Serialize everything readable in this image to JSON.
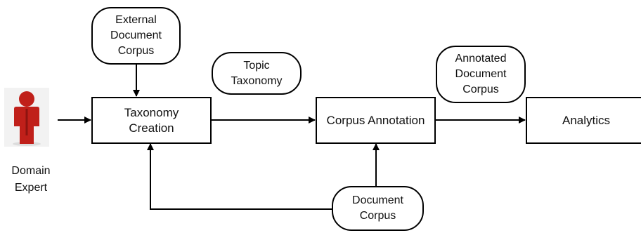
{
  "nodes": {
    "external_corpus": "External\nDocument\nCorpus",
    "topic_taxonomy": "Topic\nTaxonomy",
    "annotated_corpus": "Annotated\nDocument\nCorpus",
    "taxonomy_creation": "Taxonomy\nCreation",
    "corpus_annotation": "Corpus Annotation",
    "analytics": "Analytics",
    "document_corpus": "Document\nCorpus"
  },
  "actor": {
    "label": "Domain\nExpert",
    "icon": "person-icon",
    "color": "#c0201a"
  }
}
